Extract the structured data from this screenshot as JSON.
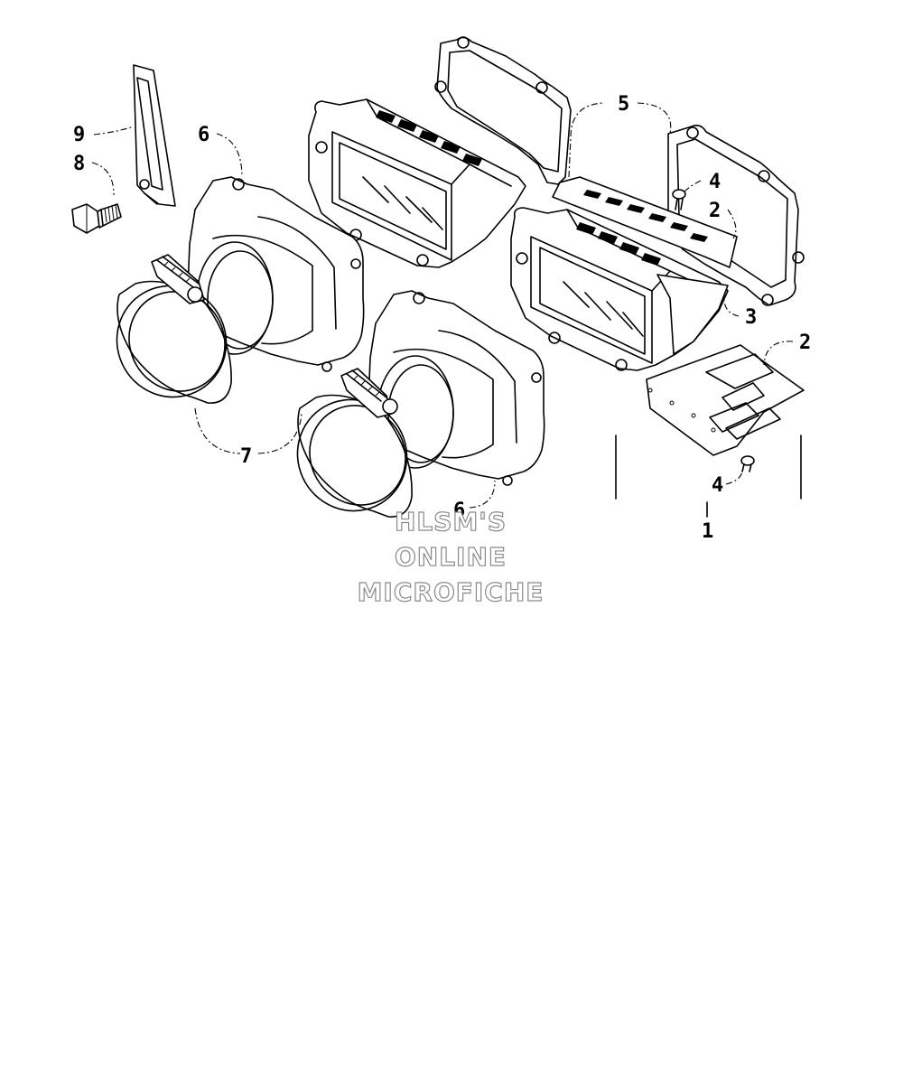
{
  "callouts": {
    "c9": "9",
    "c8": "8",
    "c6a": "6",
    "c5": "5",
    "c4a": "4",
    "c2a": "2",
    "c3": "3",
    "c2b": "2",
    "c7": "7",
    "c6b": "6",
    "c4b": "4",
    "c1": "1"
  },
  "watermark": {
    "line1": "HLSM'S",
    "line2": "ONLINE",
    "line3": "MICROFICHE"
  }
}
